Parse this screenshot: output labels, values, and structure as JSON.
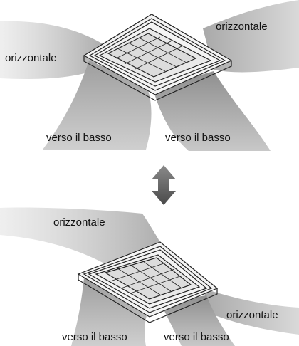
{
  "top_diagram": {
    "label_horizontal_left": "orizzontale",
    "label_horizontal_right": "orizzontale",
    "label_down_left": "verso il basso",
    "label_down_right": "verso il basso"
  },
  "switch_icon": "up-down-arrow-icon",
  "bottom_diagram": {
    "label_horizontal_top": "orizzontale",
    "label_horizontal_right": "orizzontale",
    "label_down_left": "verso il basso",
    "label_down_right": "verso il basso"
  },
  "colors": {
    "airflow": "#bdbdbd",
    "arrow": "#6e6e6e",
    "unit_line": "#222222"
  }
}
